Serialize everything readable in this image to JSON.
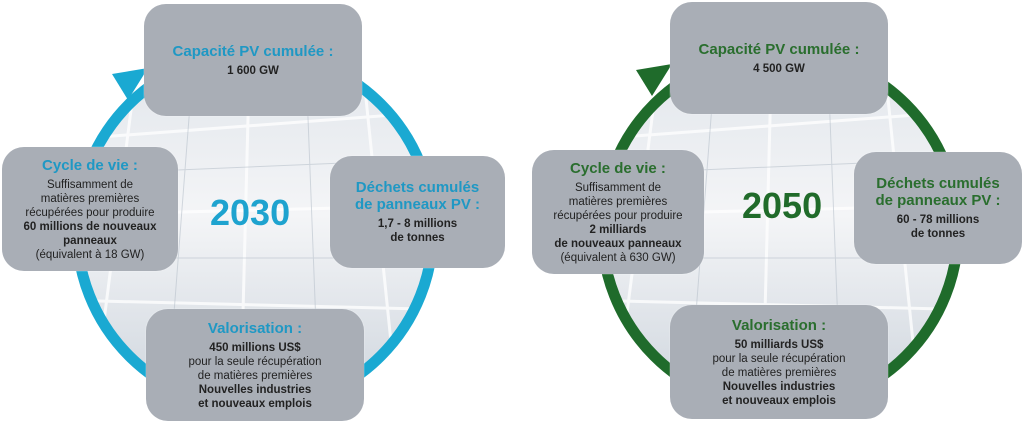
{
  "panels": [
    {
      "year": "2030",
      "accent": "#1aa9d2",
      "capacity": {
        "title": "Capacité PV cumulée :",
        "lines": [
          "1 600 GW"
        ]
      },
      "waste": {
        "title": [
          "Déchets cumulés",
          "de panneaux PV :"
        ],
        "lines": [
          "1,7 - 8 millions",
          "de tonnes"
        ]
      },
      "lifecycle": {
        "title": "Cycle de vie :",
        "lines": [
          "Suffisamment de",
          "matières premières",
          "récupérées pour produire",
          "60 millions de nouveaux",
          "panneaux",
          "(équivalent à 18 GW)"
        ]
      },
      "valorisation": {
        "title": "Valorisation :",
        "lines": [
          "450 millions US$",
          "pour la seule récupération",
          "de matières premières",
          "Nouvelles industries",
          "et nouveaux emplois"
        ]
      }
    },
    {
      "year": "2050",
      "accent": "#1f6b2b",
      "capacity": {
        "title": "Capacité PV cumulée :",
        "lines": [
          "4 500 GW"
        ]
      },
      "waste": {
        "title": [
          "Déchets cumulés",
          "de panneaux PV :"
        ],
        "lines": [
          "60 - 78 millions",
          "de tonnes"
        ]
      },
      "lifecycle": {
        "title": "Cycle de vie :",
        "lines": [
          "Suffisamment de",
          "matières premières",
          "récupérées pour produire",
          "2 milliards",
          "de nouveaux panneaux",
          "(équivalent à 630 GW)"
        ]
      },
      "valorisation": {
        "title": "Valorisation :",
        "lines": [
          "50 milliards US$",
          "pour la seule récupération",
          "de matières premières",
          "Nouvelles industries",
          "et nouveaux emplois"
        ]
      }
    }
  ]
}
